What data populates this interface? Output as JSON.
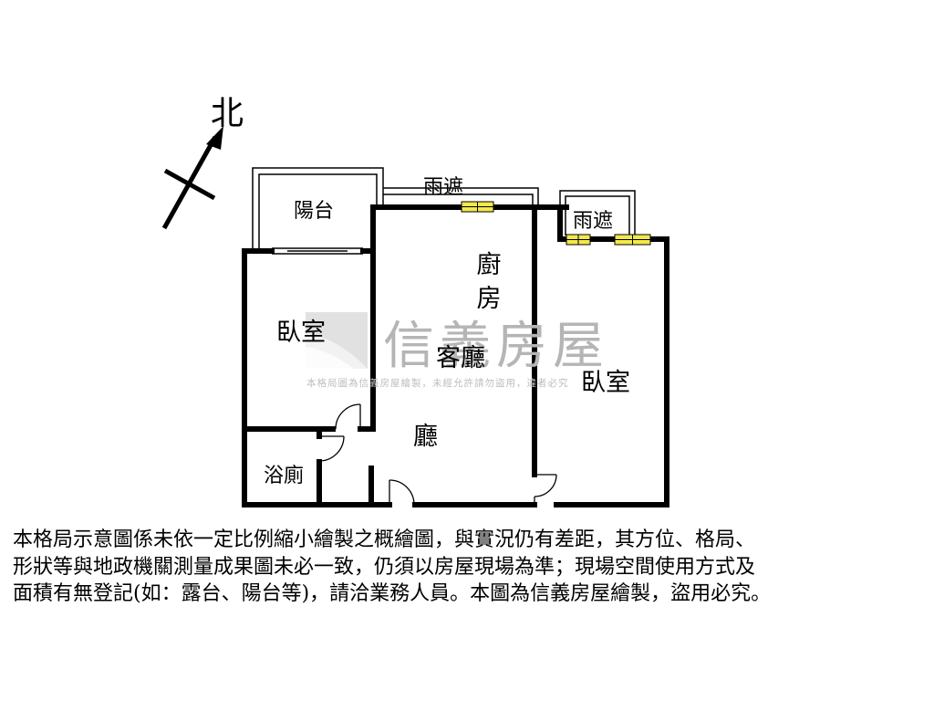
{
  "compass": {
    "north_label": "北"
  },
  "rooms": {
    "balcony": "陽台",
    "canopy_top": "雨遮",
    "canopy_right": "雨遮",
    "bedroom_left": "臥室",
    "bedroom_right": "臥室",
    "kitchen": [
      "廚",
      "房"
    ],
    "living_room": "客廳",
    "hall": "廳",
    "bathroom": "浴廁"
  },
  "watermark": {
    "brand": "信義房屋",
    "notice": "本格局圖為信義房屋繪製，未經允許請勿盜用，違者必究"
  },
  "disclaimer": [
    "本格局示意圖係未依一定比例縮小繪製之概繪圖，與實況仍有差距，其方位、格局、",
    "形狀等與地政機關測量成果圖未必一致，仍須以房屋現場為準；現場空間使用方式及",
    "面積有無登記(如：露台、陽台等)，請洽業務人員。本圖為信義房屋繪製，盜用必究。"
  ],
  "colors": {
    "wall": "#000000",
    "window_fill": "#f2e84a",
    "watermark": "#b5b5b5"
  }
}
